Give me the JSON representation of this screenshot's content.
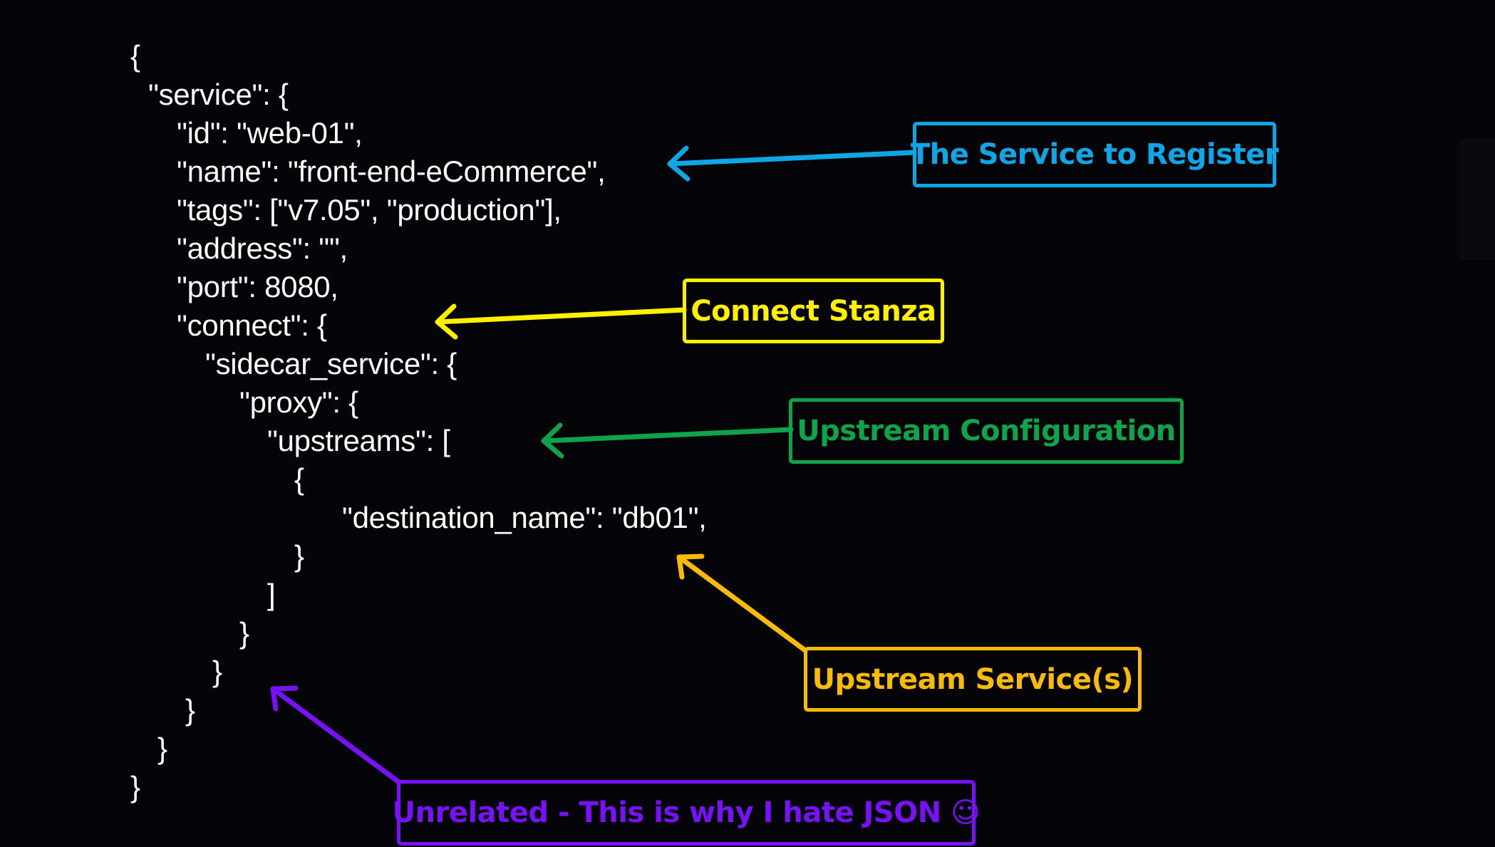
{
  "code_lines": [
    "{",
    "\"service\": {",
    "\"id\": \"web-01\",",
    "\"name\": \"front-end-eCommerce\",",
    "\"tags\": [\"v7.05\", \"production\"],",
    "\"address\": \"\",",
    "\"port\": 8080,",
    "\"connect\": {",
    "\"sidecar_service\": {",
    "\"proxy\": {",
    "\"upstreams\": [",
    "{",
    "\"destination_name\": \"db01\",",
    "}",
    "]",
    "}",
    "}",
    "}",
    "}",
    "}"
  ],
  "callouts": {
    "service": {
      "label": "The Service to Register",
      "color": "#0fa6e6"
    },
    "connect": {
      "label": "Connect Stanza",
      "color": "#fff000"
    },
    "upstream_config": {
      "label": "Upstream Configuration",
      "color": "#0fa34a"
    },
    "upstream_service": {
      "label": "Upstream Service(s)",
      "color": "#f9bb0a"
    },
    "unrelated": {
      "label": "Unrelated - This is why I hate JSON ☺",
      "color": "#7612f3"
    }
  },
  "background": "#050409"
}
